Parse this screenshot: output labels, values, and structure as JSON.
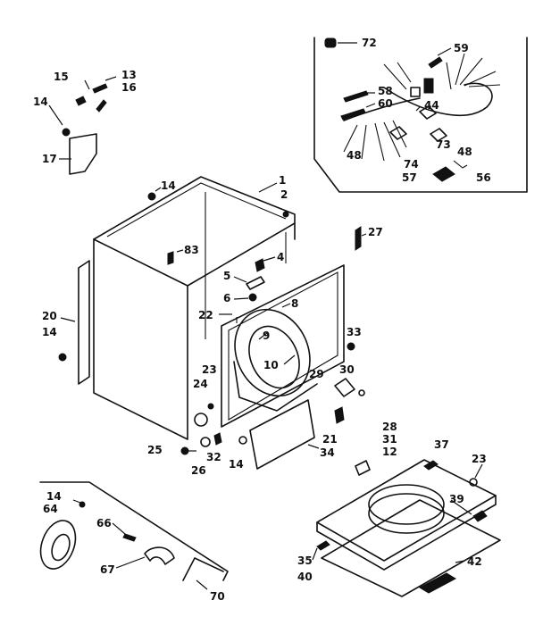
{
  "diagram": {
    "callouts": [
      {
        "id": "c72",
        "text": "72"
      },
      {
        "id": "c59",
        "text": "59"
      },
      {
        "id": "c58",
        "text": "58"
      },
      {
        "id": "c60",
        "text": "60"
      },
      {
        "id": "c44",
        "text": "44"
      },
      {
        "id": "c73",
        "text": "73"
      },
      {
        "id": "c48a",
        "text": "48"
      },
      {
        "id": "c48b",
        "text": "48"
      },
      {
        "id": "c74",
        "text": "74"
      },
      {
        "id": "c57",
        "text": "57"
      },
      {
        "id": "c56",
        "text": "56"
      },
      {
        "id": "c15",
        "text": "15"
      },
      {
        "id": "c13",
        "text": "13"
      },
      {
        "id": "c16",
        "text": "16"
      },
      {
        "id": "c14a",
        "text": "14"
      },
      {
        "id": "c17",
        "text": "17"
      },
      {
        "id": "c14b",
        "text": "14"
      },
      {
        "id": "c1",
        "text": "1"
      },
      {
        "id": "c2",
        "text": "2"
      },
      {
        "id": "c27",
        "text": "27"
      },
      {
        "id": "c83",
        "text": "83"
      },
      {
        "id": "c4",
        "text": "4"
      },
      {
        "id": "c5",
        "text": "5"
      },
      {
        "id": "c6",
        "text": "6"
      },
      {
        "id": "c8",
        "text": "8"
      },
      {
        "id": "c22",
        "text": "22"
      },
      {
        "id": "c9",
        "text": "9"
      },
      {
        "id": "c20",
        "text": "20"
      },
      {
        "id": "c14c",
        "text": "14"
      },
      {
        "id": "c33",
        "text": "33"
      },
      {
        "id": "c10",
        "text": "10"
      },
      {
        "id": "c29",
        "text": "29"
      },
      {
        "id": "c30",
        "text": "30"
      },
      {
        "id": "c23a",
        "text": "23"
      },
      {
        "id": "c24",
        "text": "24"
      },
      {
        "id": "c21",
        "text": "21"
      },
      {
        "id": "c28",
        "text": "28"
      },
      {
        "id": "c31",
        "text": "31"
      },
      {
        "id": "c12",
        "text": "12"
      },
      {
        "id": "c37",
        "text": "37"
      },
      {
        "id": "c23b",
        "text": "23"
      },
      {
        "id": "c25",
        "text": "25"
      },
      {
        "id": "c32",
        "text": "32"
      },
      {
        "id": "c26",
        "text": "26"
      },
      {
        "id": "c14d",
        "text": "14"
      },
      {
        "id": "c34",
        "text": "34"
      },
      {
        "id": "c39",
        "text": "39"
      },
      {
        "id": "c14e",
        "text": "14"
      },
      {
        "id": "c64",
        "text": "64"
      },
      {
        "id": "c66",
        "text": "66"
      },
      {
        "id": "c67",
        "text": "67"
      },
      {
        "id": "c70",
        "text": "70"
      },
      {
        "id": "c35",
        "text": "35"
      },
      {
        "id": "c40",
        "text": "40"
      },
      {
        "id": "c42",
        "text": "42"
      }
    ]
  }
}
